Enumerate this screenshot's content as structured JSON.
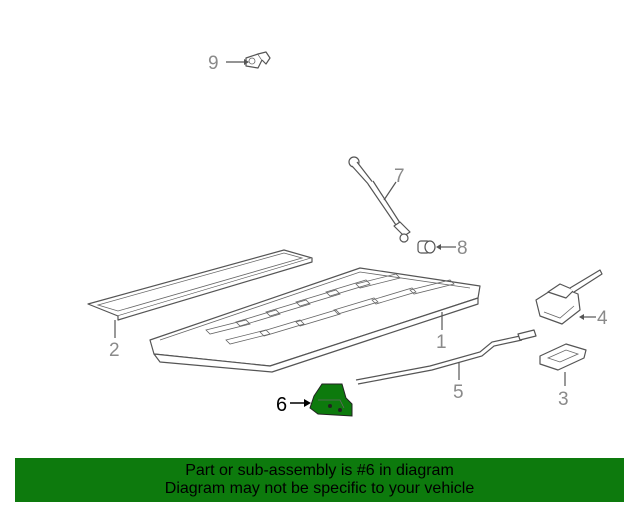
{
  "callouts": {
    "c1": "1",
    "c2": "2",
    "c3": "3",
    "c4": "4",
    "c5": "5",
    "c6": "6",
    "c7": "7",
    "c8": "8",
    "c9": "9"
  },
  "highlight_color": "#0d7a0d",
  "banner": {
    "line1": "Part or sub-assembly is #6 in diagram",
    "line2": "Diagram may not be specific to your vehicle"
  }
}
